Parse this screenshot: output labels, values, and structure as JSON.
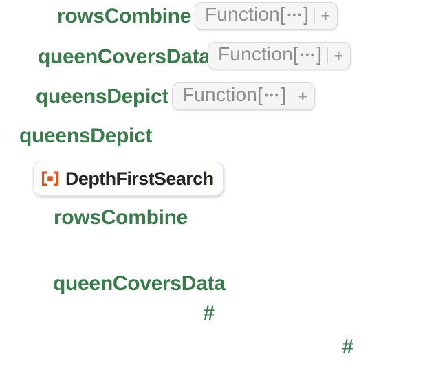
{
  "colors": {
    "background": "#ffffff",
    "identifier_green": "#3a7b4c",
    "slot_green": "#3f7d52",
    "box_fill": "#f5f5f5",
    "box_border": "#d9d9d9",
    "box_text_grey": "#8e8e8e",
    "plus_grey": "#a0a0a0",
    "badge_text": "#262626",
    "repository_orange": "#e2531d"
  },
  "code": {
    "line1_identifier": "rowsCombine",
    "line2_identifier": "queenCoversData",
    "line3_identifier": "queensDepict",
    "line4_identifier": "queensDepict",
    "line6_identifier": "rowsCombine",
    "line8_identifier": "queenCoversData",
    "slot1": "#",
    "slot2": "#"
  },
  "function_box": {
    "label_open": "Function[",
    "dots": "•••",
    "label_close": "]",
    "expand_label": "+"
  },
  "badge": {
    "label": "DepthFirstSearch",
    "icon": "function-repository-icon"
  }
}
